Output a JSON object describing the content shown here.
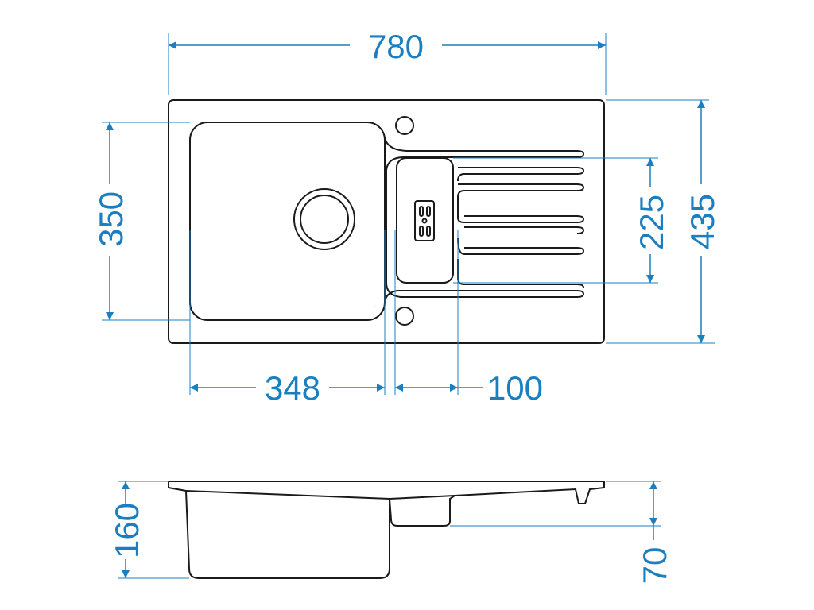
{
  "dimensions": {
    "overall_width": "780",
    "overall_depth": "435",
    "bowl_depth": "350",
    "drainer_slot": "225",
    "bowl_width": "348",
    "second_bowl_width": "100",
    "bowl_height": "160",
    "second_bowl_height": "70"
  },
  "colors": {
    "dimension": "#1a7fc1",
    "outline": "#1a1a1a",
    "background": "#ffffff"
  }
}
